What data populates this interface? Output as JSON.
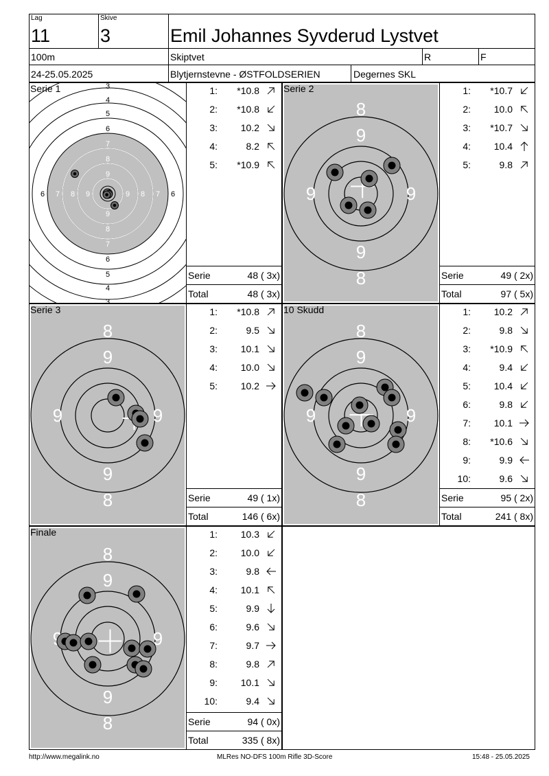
{
  "header": {
    "lag_label": "Lag",
    "lag_value": "11",
    "skive_label": "Skive",
    "skive_value": "3",
    "shooter_name": "Emil Johannes Syvderud Lystvet",
    "distance": "100m",
    "club": "Skiptvet",
    "r_label": "R",
    "f_label": "F",
    "date": "24-25.05.2025",
    "event": "Blytjernstevne - ØSTFOLDSERIEN",
    "location": "Degernes SKL"
  },
  "series": [
    {
      "title": "Serie 1",
      "shots": [
        {
          "n": "1:",
          "v": "*10.8",
          "dir": "ne"
        },
        {
          "n": "2:",
          "v": "*10.8",
          "dir": "sw"
        },
        {
          "n": "3:",
          "v": "10.2",
          "dir": "se"
        },
        {
          "n": "4:",
          "v": "8.2",
          "dir": "nw"
        },
        {
          "n": "5:",
          "v": "*10.9",
          "dir": "nw"
        }
      ],
      "serie_label": "Serie",
      "serie_value": "48 ( 3x)",
      "total_label": "Total",
      "total_value": "48 ( 3x)"
    },
    {
      "title": "Serie 2",
      "shots": [
        {
          "n": "1:",
          "v": "*10.7",
          "dir": "sw"
        },
        {
          "n": "2:",
          "v": "10.0",
          "dir": "nw"
        },
        {
          "n": "3:",
          "v": "*10.7",
          "dir": "se"
        },
        {
          "n": "4:",
          "v": "10.4",
          "dir": "n"
        },
        {
          "n": "5:",
          "v": "9.8",
          "dir": "ne"
        }
      ],
      "serie_label": "Serie",
      "serie_value": "49 ( 2x)",
      "total_label": "Total",
      "total_value": "97 ( 5x)"
    },
    {
      "title": "Serie 3",
      "shots": [
        {
          "n": "1:",
          "v": "*10.8",
          "dir": "ne"
        },
        {
          "n": "2:",
          "v": "9.5",
          "dir": "se"
        },
        {
          "n": "3:",
          "v": "10.1",
          "dir": "se"
        },
        {
          "n": "4:",
          "v": "10.0",
          "dir": "se"
        },
        {
          "n": "5:",
          "v": "10.2",
          "dir": "e"
        }
      ],
      "serie_label": "Serie",
      "serie_value": "49 ( 1x)",
      "total_label": "Total",
      "total_value": "146 ( 6x)"
    },
    {
      "title": "10 Skudd",
      "shots": [
        {
          "n": "1:",
          "v": "10.2",
          "dir": "ne"
        },
        {
          "n": "2:",
          "v": "9.8",
          "dir": "se"
        },
        {
          "n": "3:",
          "v": "*10.9",
          "dir": "nw"
        },
        {
          "n": "4:",
          "v": "9.4",
          "dir": "sw"
        },
        {
          "n": "5:",
          "v": "10.4",
          "dir": "sw"
        },
        {
          "n": "6:",
          "v": "9.8",
          "dir": "sw"
        },
        {
          "n": "7:",
          "v": "10.1",
          "dir": "e"
        },
        {
          "n": "8:",
          "v": "*10.6",
          "dir": "se"
        },
        {
          "n": "9:",
          "v": "9.9",
          "dir": "w"
        },
        {
          "n": "10:",
          "v": "9.6",
          "dir": "se"
        }
      ],
      "serie_label": "Serie",
      "serie_value": "95 ( 2x)",
      "total_label": "Total",
      "total_value": "241 ( 8x)"
    },
    {
      "title": "Finale",
      "shots": [
        {
          "n": "1:",
          "v": "10.3",
          "dir": "sw"
        },
        {
          "n": "2:",
          "v": "10.0",
          "dir": "sw"
        },
        {
          "n": "3:",
          "v": "9.8",
          "dir": "w"
        },
        {
          "n": "4:",
          "v": "10.1",
          "dir": "nw"
        },
        {
          "n": "5:",
          "v": "9.9",
          "dir": "s"
        },
        {
          "n": "6:",
          "v": "9.6",
          "dir": "se"
        },
        {
          "n": "7:",
          "v": "9.7",
          "dir": "e"
        },
        {
          "n": "8:",
          "v": "9.8",
          "dir": "ne"
        },
        {
          "n": "9:",
          "v": "10.1",
          "dir": "se"
        },
        {
          "n": "10:",
          "v": "9.4",
          "dir": "se"
        }
      ],
      "serie_label": "Serie",
      "serie_value": "94 ( 0x)",
      "total_label": "Total",
      "total_value": "335 ( 8x)"
    }
  ],
  "target_full": {
    "ring_numbers_vertical": [
      "3",
      "4",
      "5",
      "6",
      "7",
      "8",
      "9",
      "9",
      "8",
      "7",
      "6",
      "5",
      "4",
      "3"
    ],
    "ring_numbers_horizontal": [
      "6",
      "7",
      "8",
      "9",
      "9",
      "8",
      "7",
      "6"
    ]
  },
  "target_zoom": {
    "labels": [
      "8",
      "9",
      "9",
      "9",
      "9",
      "8"
    ]
  },
  "footer": {
    "left": "http://www.megalink.no",
    "center": "MLRes NO-DFS 100m Rifle 3D-Score",
    "right": "15:48 - 25.05.2025"
  }
}
